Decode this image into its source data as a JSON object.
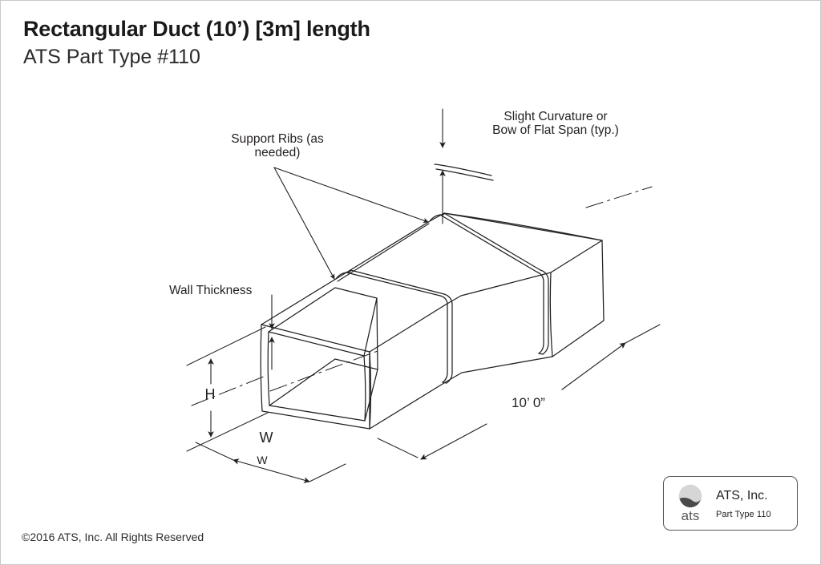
{
  "document": {
    "title_main": "Rectangular Duct (10’) [3m] length",
    "title_sub": "ATS Part Type #110",
    "copyright": "©2016 ATS, Inc. All Rights Reserved"
  },
  "annotations": {
    "support_ribs_line1": "Support Ribs (as",
    "support_ribs_line2": "needed)",
    "curvature_line1": "Slight Curvature or",
    "curvature_line2": "Bow of Flat Span (typ.)",
    "wall_thickness": "Wall Thickness"
  },
  "dimensions": {
    "height_label": "H",
    "width_label": "W",
    "width_label_secondary": "W",
    "length_label": "10’ 0”"
  },
  "logo": {
    "wordmark": "ats",
    "company": "ATS, Inc.",
    "part_type": "Part Type 110",
    "mark_icon": "ats-globe-icon",
    "circle_color": "#d6d6d6",
    "wave_color": "#4a4a4a",
    "wordmark_color": "#58595b"
  },
  "style": {
    "line_color": "#231f20",
    "border_color": "#c9c9c9",
    "background": "#ffffff"
  }
}
